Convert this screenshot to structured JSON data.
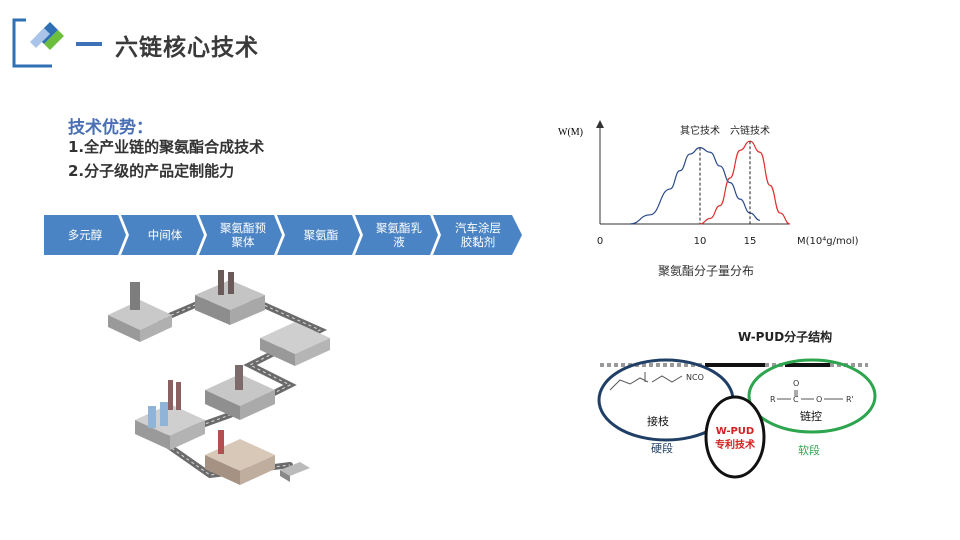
{
  "header": {
    "title": "六链核心技术"
  },
  "advantages": {
    "heading": "技术优势：",
    "items": [
      "1.全产业链的聚氨酯合成技术",
      "2.分子级的产品定制能力"
    ]
  },
  "process_chain": [
    {
      "line1": "多元醇",
      "line2": ""
    },
    {
      "line1": "中间体",
      "line2": ""
    },
    {
      "line1": "聚氨酯预",
      "line2": "聚体"
    },
    {
      "line1": "聚氨酯",
      "line2": ""
    },
    {
      "line1": "聚氨酯乳",
      "line2": "液"
    },
    {
      "line1": "汽车涂层",
      "line2": "胶黏剂"
    }
  ],
  "chart_data": {
    "type": "line",
    "title": "聚氨酯分子量分布",
    "ylabel": "W(M)",
    "xlabel": "M(10⁴g/mol)",
    "xlim": [
      0,
      20
    ],
    "ylim": [
      0,
      1
    ],
    "x_ticks": [
      0,
      10,
      15
    ],
    "series": [
      {
        "name": "其它技术",
        "peak_x": 10,
        "peak_y": 0.83,
        "color": "#2b4a8b",
        "x": [
          3,
          5,
          7,
          8,
          9,
          10,
          11,
          12,
          13,
          14,
          15,
          16
        ],
        "y": [
          0,
          0.1,
          0.38,
          0.58,
          0.76,
          0.83,
          0.78,
          0.63,
          0.45,
          0.27,
          0.12,
          0.04
        ]
      },
      {
        "name": "六链技术",
        "peak_x": 15,
        "peak_y": 0.9,
        "color": "#e03030",
        "x": [
          10,
          11,
          12,
          13,
          14,
          15,
          16,
          17,
          18,
          19
        ],
        "y": [
          0,
          0.06,
          0.2,
          0.5,
          0.8,
          0.9,
          0.78,
          0.42,
          0.12,
          0
        ]
      }
    ]
  },
  "wpud": {
    "title": "W-PUD分子结构",
    "graft_label": "接枝",
    "hard_segment": "硬段",
    "center_line1": "W-PUD",
    "center_line2": "专利技术",
    "chain_control": "链控",
    "soft_segment": "软段",
    "nco": "NCO",
    "r1": "R",
    "r2": "R'",
    "c": "C",
    "o": "O",
    "colors": {
      "hard": "#1f3f66",
      "soft": "#2da44e",
      "center_text": "#d62020"
    }
  },
  "colors": {
    "accent": "#3d72b6",
    "chevron": "#4a84c4"
  }
}
